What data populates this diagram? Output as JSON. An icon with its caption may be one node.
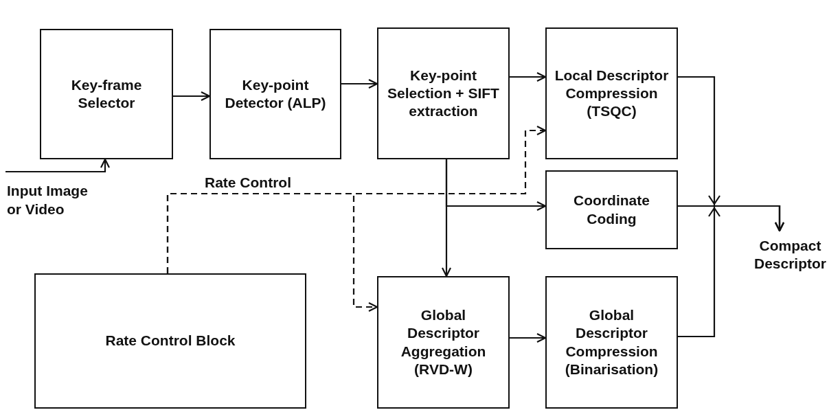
{
  "diagram": {
    "nodes": [
      {
        "text": [
          "Key-frame Selector"
        ]
      },
      {
        "text": [
          "Key-point Detector (ALP)"
        ]
      },
      {
        "text": [
          "Key-point Selection + SIFT extraction"
        ]
      },
      {
        "text": [
          "Local Descriptor Compression (TSQC)"
        ]
      },
      {
        "text": [
          "Coordinate Coding"
        ]
      },
      {
        "text": [
          "Rate Control Block"
        ]
      },
      {
        "text": [
          "Global Descriptor Aggregation (RVD-W)"
        ]
      },
      {
        "text": [
          "Global Descriptor Compression (Binarisation)"
        ]
      },
      {
        "text": [
          "Compact Descriptor"
        ]
      }
    ],
    "edges": [
      {
        "from": null,
        "to": 0,
        "arrow": "to",
        "label": "Input Image or Video"
      },
      {
        "from": 0,
        "to": 1,
        "arrow": "to"
      },
      {
        "from": 1,
        "to": 2,
        "arrow": "to"
      },
      {
        "from": 2,
        "to": 3,
        "arrow": "to"
      },
      {
        "from": 2,
        "to": 4,
        "arrow": "to"
      },
      {
        "from": 2,
        "to": 6,
        "arrow": "to"
      },
      {
        "from": 5,
        "to": 3,
        "arrow": "to",
        "style": "dashed",
        "label": "Rate Control"
      },
      {
        "from": 5,
        "to": 6,
        "arrow": "to",
        "style": "dashed"
      },
      {
        "from": 3,
        "to": 8,
        "arrow": "to"
      },
      {
        "from": 4,
        "to": 8,
        "arrow": "to"
      },
      {
        "from": 6,
        "to": 7,
        "arrow": "to"
      },
      {
        "from": 7,
        "to": 8,
        "arrow": "to"
      }
    ]
  }
}
